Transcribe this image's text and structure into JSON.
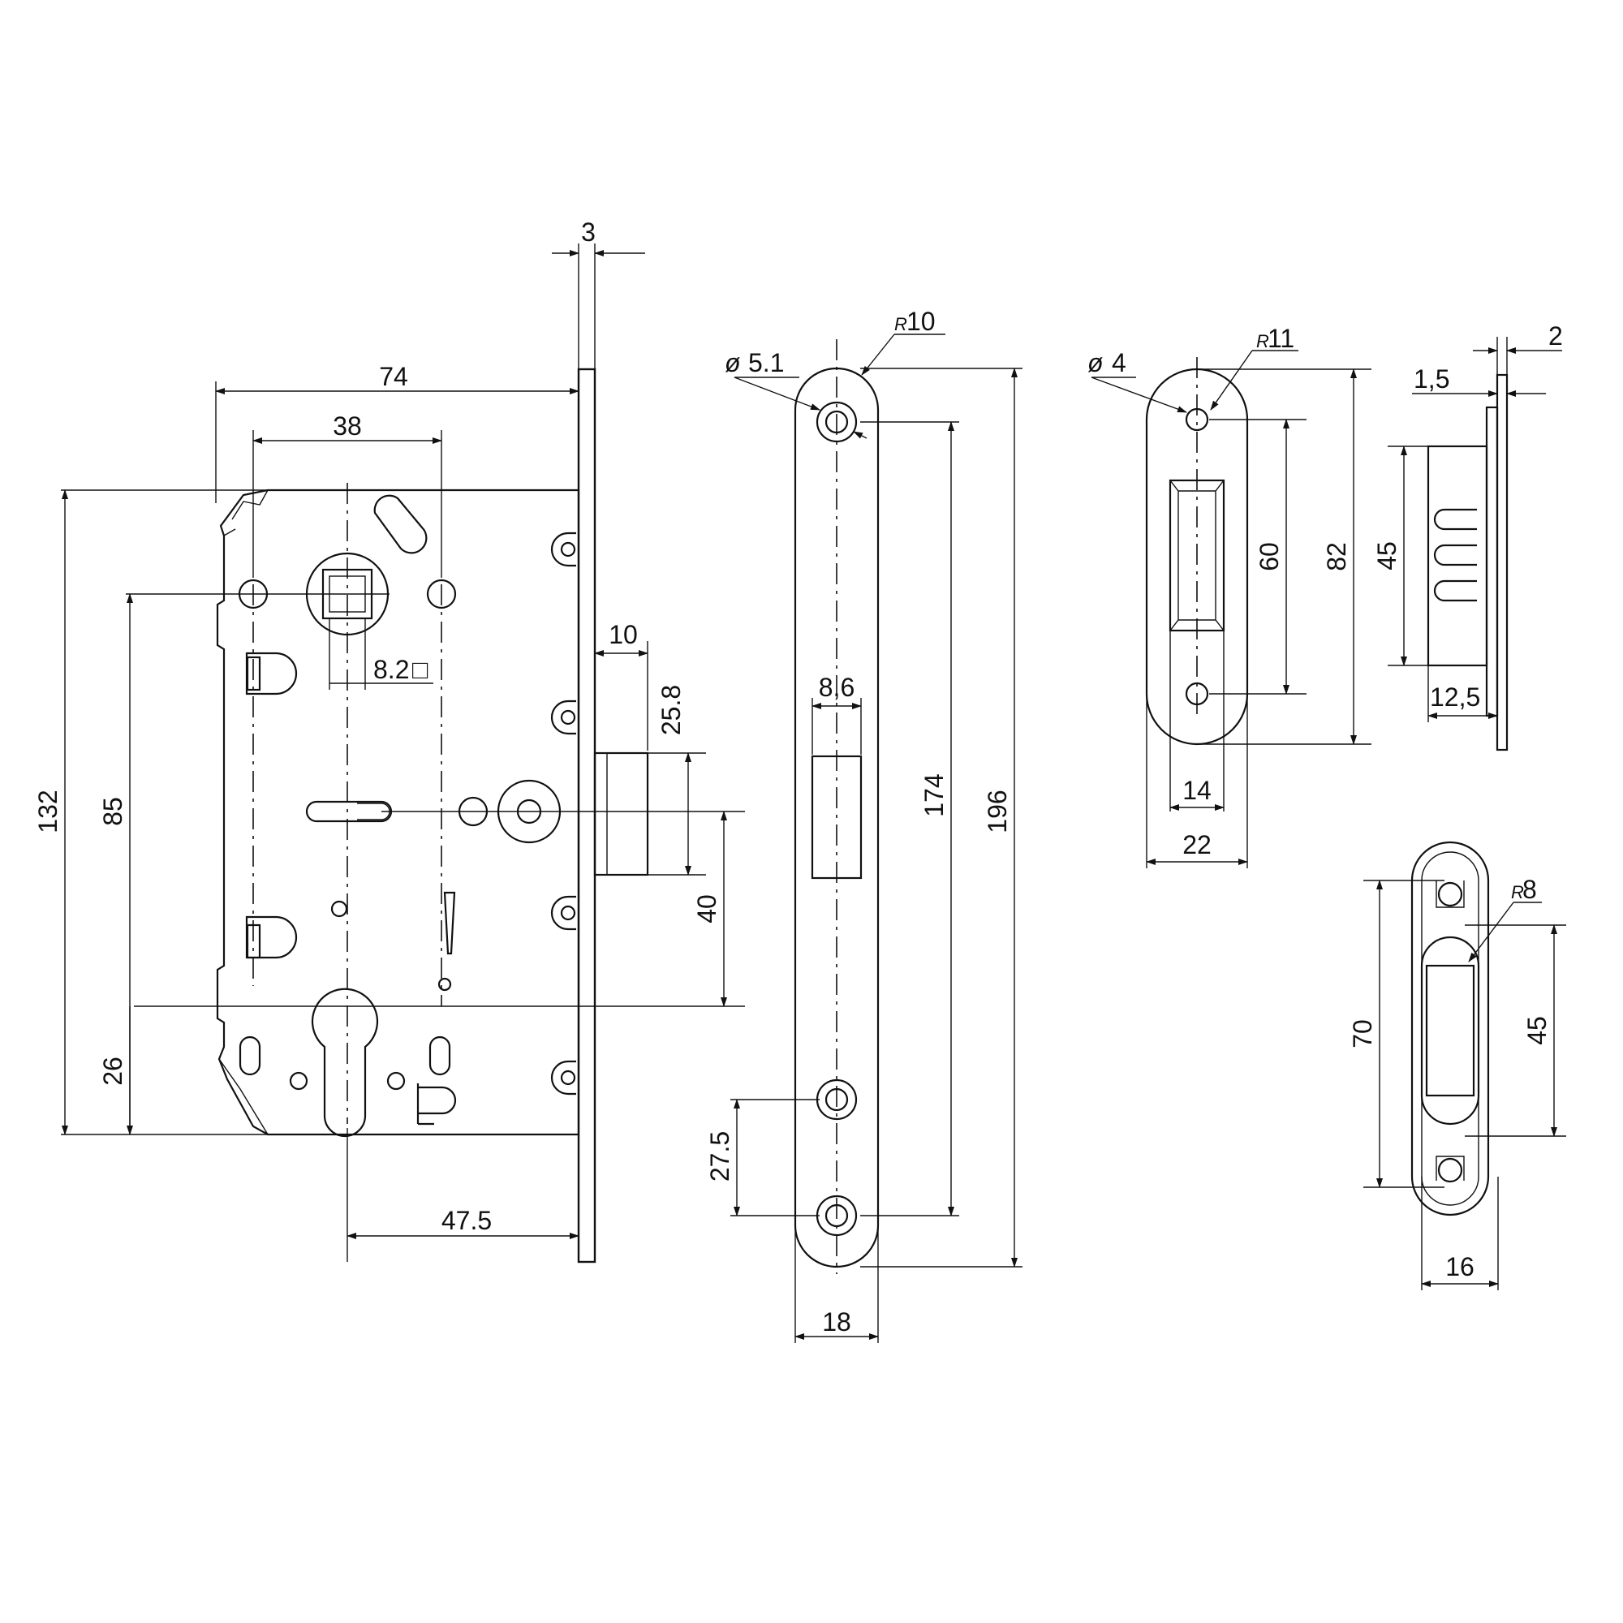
{
  "drawing": {
    "dimensions": {
      "faceplate_thickness": "3",
      "backset_width": "74",
      "handle_offset": "38",
      "spindle_square": "8.2",
      "square_symbol": "□",
      "latch_projection": "10",
      "latch_height": "25.8",
      "spindle_to_cylinder": "40",
      "total_height": "132",
      "spindle_to_bottom": "85",
      "cylinder_to_bottom": "26",
      "backset": "47.5"
    },
    "faceplate": {
      "hole_dia": "5.1",
      "hole_radius": "10",
      "latch_window": "8,6",
      "hole_spacing": "174",
      "total_length": "196",
      "lower_hole_spacing": "27.5",
      "width": "18"
    },
    "strike": {
      "hole_dia": "4",
      "radius": "11",
      "hole_spacing": "60",
      "length": "82",
      "window_width": "14",
      "width": "22"
    },
    "strike_side": {
      "plate_thickness": "2",
      "flange": "1,5",
      "box_height": "45",
      "box_depth": "12,5"
    },
    "magnet_strike": {
      "radius": "8",
      "length": "70",
      "window_height": "45",
      "width": "16"
    },
    "symbols": {
      "diameter": "ø",
      "radius": "R"
    }
  }
}
